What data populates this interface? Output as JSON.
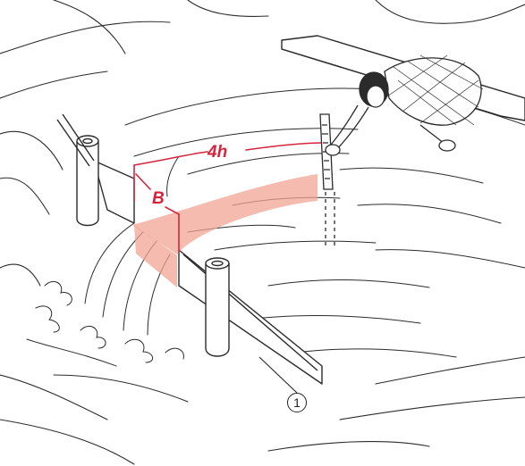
{
  "labels": {
    "length_mark": "4h",
    "width_mark": "B",
    "callout": "1"
  },
  "colors": {
    "annotation": "#d6243d",
    "flow_band": "#f2a493",
    "ink": "#2b2b2b"
  }
}
